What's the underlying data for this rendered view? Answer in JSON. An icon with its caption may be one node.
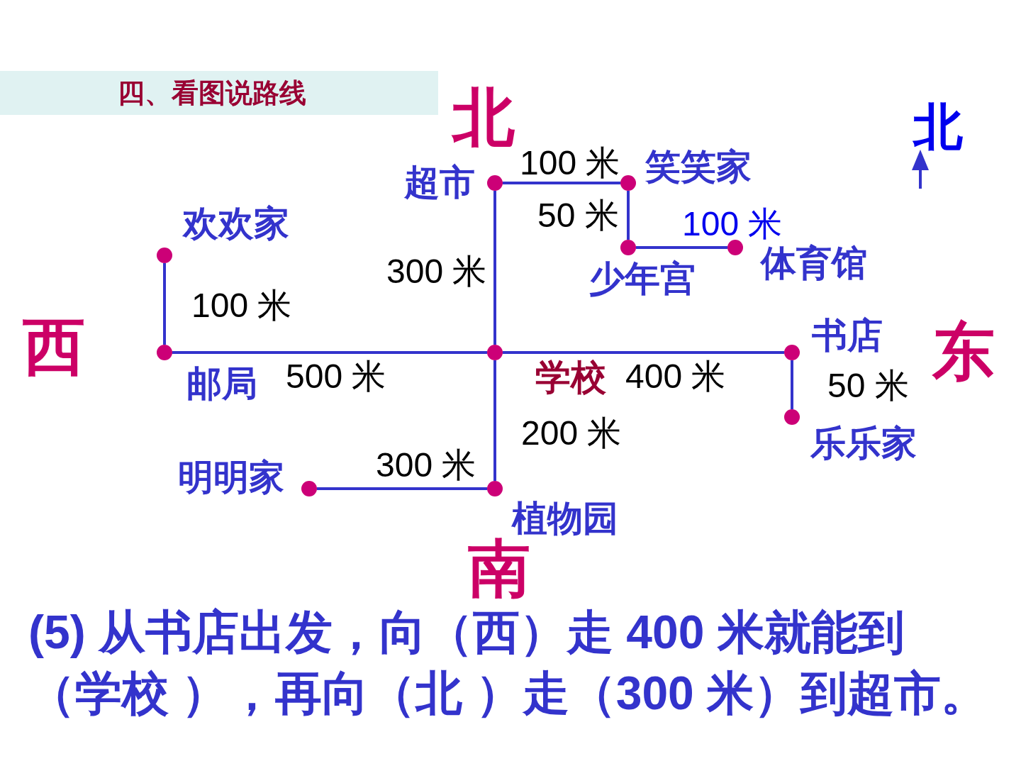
{
  "diagram": {
    "title": "四、看图说路线",
    "nodes": [
      {
        "text": [],
        "shape": "circle",
        "beside": [
          "超市"
        ]
      },
      {
        "text": [],
        "shape": "circle",
        "beside": [
          "笑笑家"
        ]
      },
      {
        "text": [],
        "shape": "circle",
        "beside": [
          "少年宫"
        ]
      },
      {
        "text": [],
        "shape": "circle",
        "beside": [
          "体育馆"
        ]
      },
      {
        "text": [],
        "shape": "circle",
        "beside": [
          "欢欢家"
        ]
      },
      {
        "text": [],
        "shape": "circle",
        "beside": [
          "邮局"
        ]
      },
      {
        "text": [],
        "shape": "circle",
        "beside": [
          "学校"
        ]
      },
      {
        "text": [],
        "shape": "circle",
        "beside": [
          "书店"
        ]
      },
      {
        "text": [],
        "shape": "circle",
        "beside": [
          "乐乐家"
        ]
      },
      {
        "text": [],
        "shape": "circle",
        "beside": [
          "明明家"
        ]
      },
      {
        "text": [],
        "shape": "circle",
        "beside": [
          "植物园"
        ]
      }
    ],
    "edges": [
      {
        "from": 0,
        "to": 1,
        "arrow": "none",
        "label": "100 米"
      },
      {
        "from": 1,
        "to": 2,
        "arrow": "none",
        "label": "50 米"
      },
      {
        "from": 2,
        "to": 3,
        "arrow": "none",
        "label": "100 米"
      },
      {
        "from": 0,
        "to": 6,
        "arrow": "none",
        "label": "300 米"
      },
      {
        "from": 4,
        "to": 5,
        "arrow": "none",
        "label": "100 米"
      },
      {
        "from": 5,
        "to": 6,
        "arrow": "none",
        "label": "500 米"
      },
      {
        "from": 6,
        "to": 7,
        "arrow": "none",
        "label": "400 米"
      },
      {
        "from": 7,
        "to": 8,
        "arrow": "none",
        "label": "50 米"
      },
      {
        "from": 6,
        "to": 10,
        "arrow": "none",
        "label": "200 米"
      },
      {
        "from": 10,
        "to": 9,
        "arrow": "none",
        "label": "300 米"
      }
    ],
    "labels": [
      "北",
      "北",
      "西",
      "东",
      "南",
      "(5) 从书店出发，向（西）走 400 米就能到（学校 ），再向（北 ）走（300 米）到超市。"
    ]
  }
}
